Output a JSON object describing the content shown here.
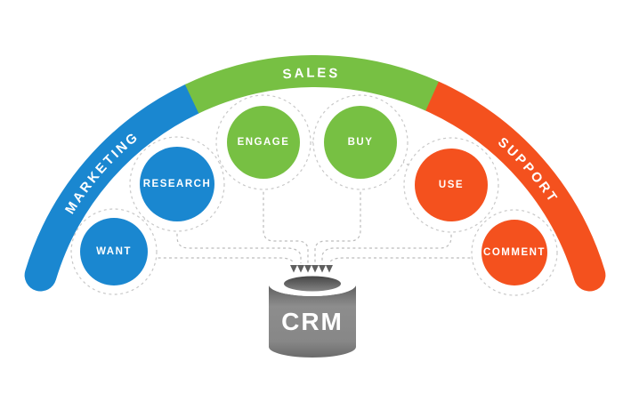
{
  "arc": {
    "segments": [
      {
        "label": "MARKETING",
        "color": "#1a87d0"
      },
      {
        "label": "SALES",
        "color": "#77c043"
      },
      {
        "label": "SUPPORT",
        "color": "#f4511e"
      }
    ]
  },
  "stages": [
    {
      "label": "WANT",
      "segment": "MARKETING",
      "color": "#1a87d0"
    },
    {
      "label": "RESEARCH",
      "segment": "MARKETING",
      "color": "#1a87d0"
    },
    {
      "label": "ENGAGE",
      "segment": "SALES",
      "color": "#77c043"
    },
    {
      "label": "BUY",
      "segment": "SALES",
      "color": "#77c043"
    },
    {
      "label": "USE",
      "segment": "SUPPORT",
      "color": "#f4511e"
    },
    {
      "label": "COMMENT",
      "segment": "SUPPORT",
      "color": "#f4511e"
    }
  ],
  "database": {
    "label": "CRM"
  },
  "style": {
    "connector_gray": "#bcbcbc",
    "arrow_gray": "#5f5f5f"
  }
}
